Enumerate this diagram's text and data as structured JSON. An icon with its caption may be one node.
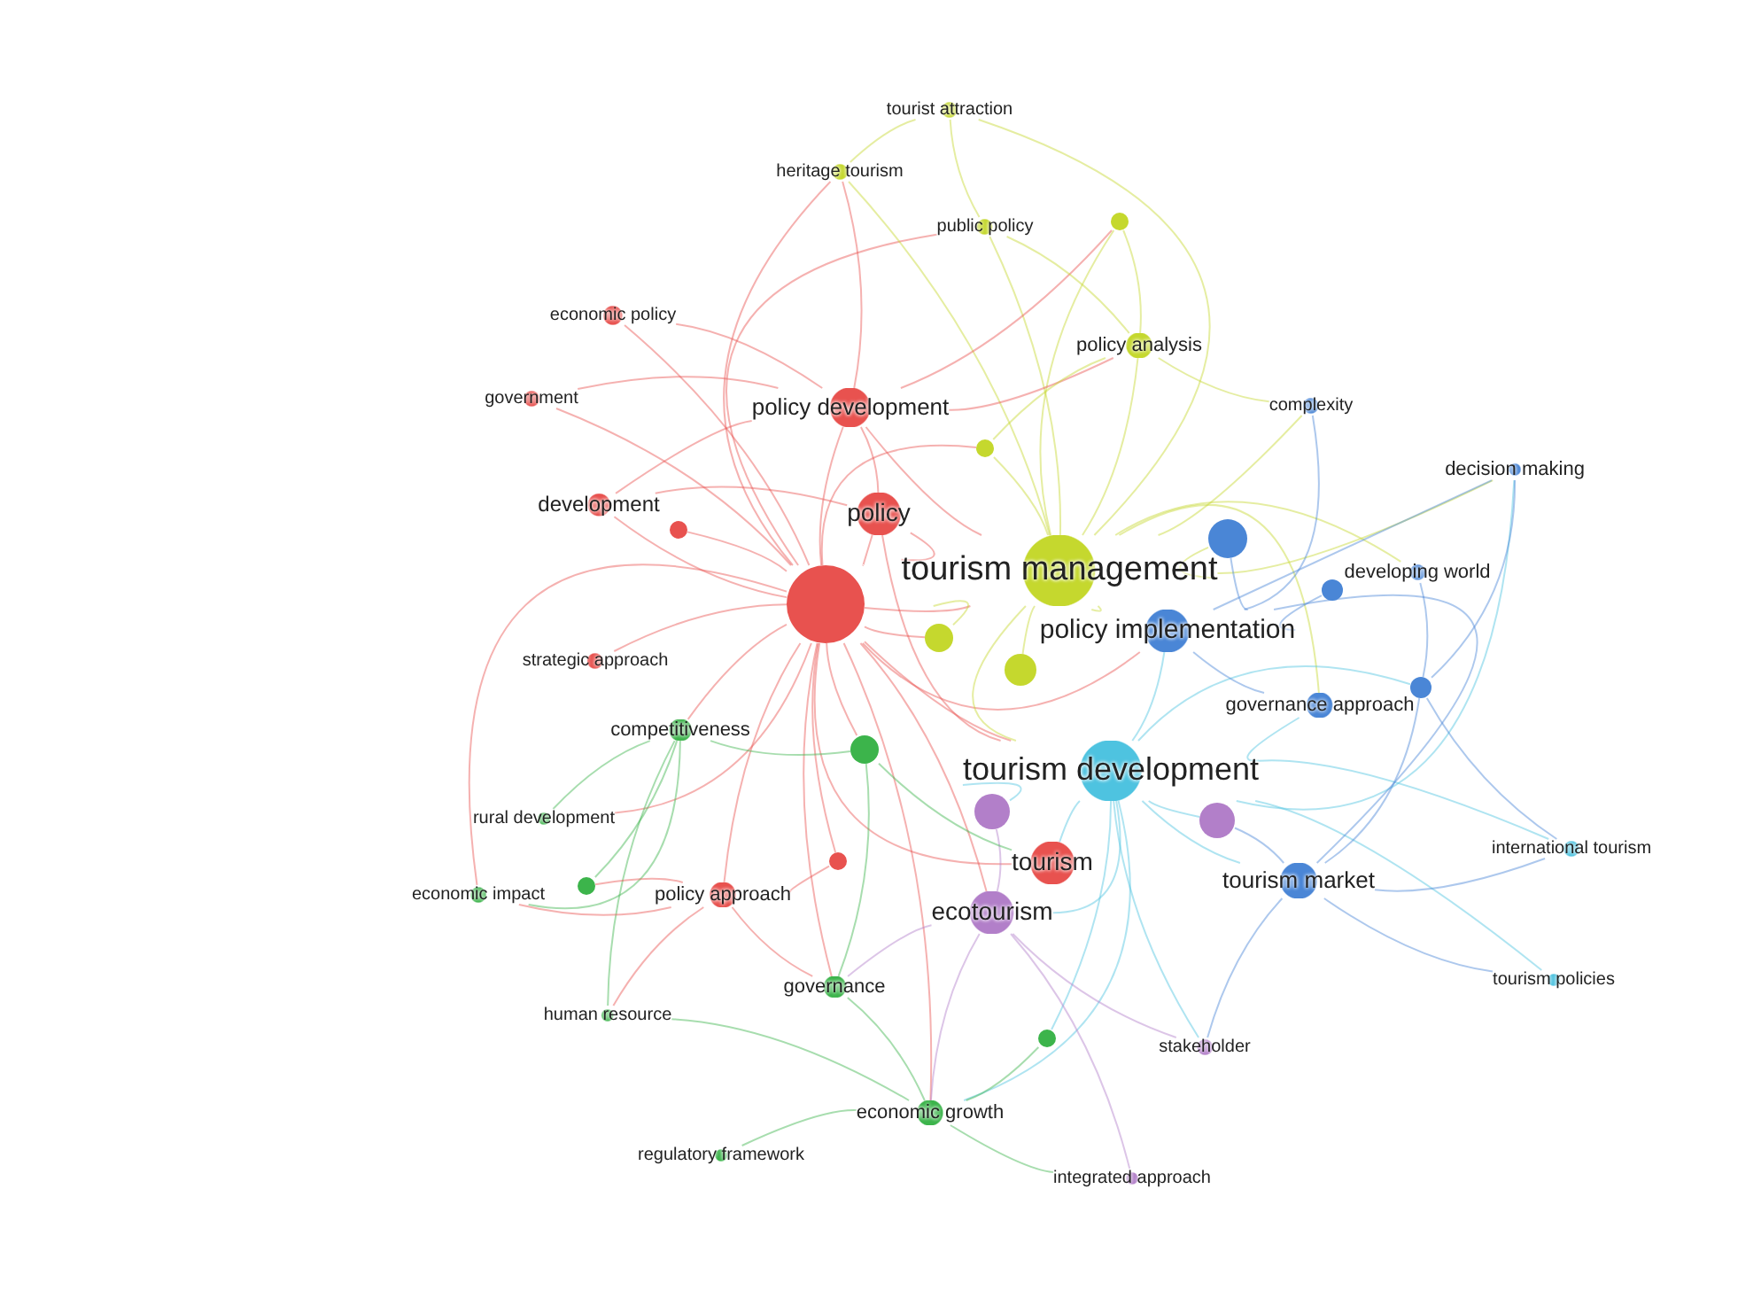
{
  "diagram": {
    "nodes": [
      {
        "text": [
          "tourist attraction"
        ]
      },
      {
        "text": [
          "heritage tourism"
        ]
      },
      {
        "text": [
          "public policy"
        ]
      },
      {
        "text": [],
        "shape": "circle"
      },
      {
        "text": [
          "economic policy"
        ]
      },
      {
        "text": [
          "policy analysis"
        ]
      },
      {
        "text": [
          "government"
        ]
      },
      {
        "text": [
          "policy development"
        ]
      },
      {
        "text": [
          "complexity"
        ]
      },
      {
        "text": [],
        "shape": "circle"
      },
      {
        "text": [
          "decision making"
        ]
      },
      {
        "text": [
          "development"
        ]
      },
      {
        "text": [
          "policy"
        ]
      },
      {
        "text": [],
        "shape": "circle"
      },
      {
        "text": [],
        "shape": "circle"
      },
      {
        "text": [
          "tourism management"
        ]
      },
      {
        "text": [],
        "shape": "circle"
      },
      {
        "text": [
          "developing world"
        ]
      },
      {
        "text": [],
        "shape": "circle"
      },
      {
        "text": [
          "policy implementation"
        ]
      },
      {
        "text": [],
        "shape": "circle"
      },
      {
        "text": [],
        "shape": "circle"
      },
      {
        "text": [
          "strategic approach"
        ]
      },
      {
        "text": [],
        "shape": "circle"
      },
      {
        "text": [
          "governance approach"
        ]
      },
      {
        "text": [
          "competitiveness"
        ]
      },
      {
        "text": [],
        "shape": "circle"
      },
      {
        "text": [
          "tourism development"
        ]
      },
      {
        "text": [
          "rural development"
        ]
      },
      {
        "text": [],
        "shape": "circle"
      },
      {
        "text": [],
        "shape": "circle"
      },
      {
        "text": [
          "international tourism"
        ]
      },
      {
        "text": [
          "tourism"
        ]
      },
      {
        "text": [],
        "shape": "circle"
      },
      {
        "text": [
          "tourism market"
        ]
      },
      {
        "text": [
          "economic impact"
        ]
      },
      {
        "text": [],
        "shape": "circle"
      },
      {
        "text": [
          "policy approach"
        ]
      },
      {
        "text": [
          "ecotourism"
        ]
      },
      {
        "text": [
          "tourism policies"
        ]
      },
      {
        "text": [
          "governance"
        ]
      },
      {
        "text": [
          "human resource"
        ]
      },
      {
        "text": [],
        "shape": "circle"
      },
      {
        "text": [
          "stakeholder"
        ]
      },
      {
        "text": [
          "economic growth"
        ]
      },
      {
        "text": [
          "regulatory framework"
        ]
      },
      {
        "text": [
          "integrated approach"
        ]
      }
    ],
    "edges": [
      {
        "from": 16,
        "to": 7,
        "arrow": "none",
        "color": "#e8524f"
      },
      {
        "from": 16,
        "to": 12,
        "arrow": "none",
        "color": "#e8524f"
      },
      {
        "from": 16,
        "to": 11,
        "arrow": "none",
        "color": "#e8524f"
      },
      {
        "from": 16,
        "to": 4,
        "arrow": "none",
        "color": "#e8524f"
      },
      {
        "from": 16,
        "to": 6,
        "arrow": "none",
        "color": "#e8524f"
      },
      {
        "from": 16,
        "to": 13,
        "arrow": "none",
        "color": "#e8524f"
      },
      {
        "from": 16,
        "to": 22,
        "arrow": "none",
        "color": "#e8524f"
      },
      {
        "from": 16,
        "to": 25,
        "arrow": "none",
        "color": "#e8524f"
      },
      {
        "from": 16,
        "to": 26,
        "arrow": "none",
        "color": "#e8524f"
      },
      {
        "from": 16,
        "to": 32,
        "arrow": "none",
        "color": "#e8524f"
      },
      {
        "from": 16,
        "to": 33,
        "arrow": "none",
        "color": "#e8524f"
      },
      {
        "from": 16,
        "to": 37,
        "arrow": "none",
        "color": "#e8524f"
      },
      {
        "from": 16,
        "to": 15,
        "arrow": "none",
        "color": "#e8524f"
      },
      {
        "from": 16,
        "to": 19,
        "arrow": "none",
        "color": "#e8524f"
      },
      {
        "from": 16,
        "to": 27,
        "arrow": "none",
        "color": "#e8524f"
      },
      {
        "from": 16,
        "to": 38,
        "arrow": "none",
        "color": "#e8524f"
      },
      {
        "from": 16,
        "to": 40,
        "arrow": "none",
        "color": "#e8524f"
      },
      {
        "from": 16,
        "to": 35,
        "arrow": "none",
        "color": "#e8524f"
      },
      {
        "from": 16,
        "to": 44,
        "arrow": "none",
        "color": "#e8524f"
      },
      {
        "from": 16,
        "to": 2,
        "arrow": "none",
        "color": "#e8524f"
      },
      {
        "from": 16,
        "to": 1,
        "arrow": "none",
        "color": "#e8524f"
      },
      {
        "from": 16,
        "to": 9,
        "arrow": "none",
        "color": "#e8524f"
      },
      {
        "from": 16,
        "to": 20,
        "arrow": "none",
        "color": "#e8524f"
      },
      {
        "from": 16,
        "to": 28,
        "arrow": "none",
        "color": "#e8524f"
      },
      {
        "from": 15,
        "to": 5,
        "arrow": "none",
        "color": "#c5d82e"
      },
      {
        "from": 15,
        "to": 2,
        "arrow": "none",
        "color": "#c5d82e"
      },
      {
        "from": 15,
        "to": 3,
        "arrow": "none",
        "color": "#c5d82e"
      },
      {
        "from": 15,
        "to": 0,
        "arrow": "none",
        "color": "#c5d82e"
      },
      {
        "from": 15,
        "to": 1,
        "arrow": "none",
        "color": "#c5d82e"
      },
      {
        "from": 15,
        "to": 9,
        "arrow": "none",
        "color": "#c5d82e"
      },
      {
        "from": 15,
        "to": 14,
        "arrow": "none",
        "color": "#c5d82e"
      },
      {
        "from": 15,
        "to": 19,
        "arrow": "none",
        "color": "#c5d82e"
      },
      {
        "from": 15,
        "to": 27,
        "arrow": "none",
        "color": "#c5d82e"
      },
      {
        "from": 15,
        "to": 17,
        "arrow": "none",
        "color": "#c5d82e"
      },
      {
        "from": 15,
        "to": 8,
        "arrow": "none",
        "color": "#c5d82e"
      },
      {
        "from": 15,
        "to": 10,
        "arrow": "none",
        "color": "#c5d82e"
      },
      {
        "from": 15,
        "to": 24,
        "arrow": "none",
        "color": "#c5d82e"
      },
      {
        "from": 15,
        "to": 20,
        "arrow": "none",
        "color": "#c5d82e"
      },
      {
        "from": 15,
        "to": 21,
        "arrow": "none",
        "color": "#c5d82e"
      },
      {
        "from": 12,
        "to": 7,
        "arrow": "none",
        "color": "#e8524f"
      },
      {
        "from": 12,
        "to": 11,
        "arrow": "none",
        "color": "#e8524f"
      },
      {
        "from": 12,
        "to": 15,
        "arrow": "none",
        "color": "#e8524f"
      },
      {
        "from": 12,
        "to": 27,
        "arrow": "none",
        "color": "#e8524f"
      },
      {
        "from": 7,
        "to": 4,
        "arrow": "none",
        "color": "#e8524f"
      },
      {
        "from": 7,
        "to": 6,
        "arrow": "none",
        "color": "#e8524f"
      },
      {
        "from": 7,
        "to": 11,
        "arrow": "none",
        "color": "#e8524f"
      },
      {
        "from": 7,
        "to": 1,
        "arrow": "none",
        "color": "#e8524f"
      },
      {
        "from": 7,
        "to": 3,
        "arrow": "none",
        "color": "#e8524f"
      },
      {
        "from": 7,
        "to": 5,
        "arrow": "none",
        "color": "#e8524f"
      },
      {
        "from": 7,
        "to": 15,
        "arrow": "none",
        "color": "#e8524f"
      },
      {
        "from": 27,
        "to": 19,
        "arrow": "none",
        "color": "#4ec3e0"
      },
      {
        "from": 27,
        "to": 24,
        "arrow": "none",
        "color": "#4ec3e0"
      },
      {
        "from": 27,
        "to": 34,
        "arrow": "none",
        "color": "#4ec3e0"
      },
      {
        "from": 27,
        "to": 30,
        "arrow": "none",
        "color": "#4ec3e0"
      },
      {
        "from": 27,
        "to": 29,
        "arrow": "none",
        "color": "#4ec3e0"
      },
      {
        "from": 27,
        "to": 32,
        "arrow": "none",
        "color": "#4ec3e0"
      },
      {
        "from": 27,
        "to": 38,
        "arrow": "none",
        "color": "#4ec3e0"
      },
      {
        "from": 27,
        "to": 31,
        "arrow": "none",
        "color": "#4ec3e0"
      },
      {
        "from": 27,
        "to": 39,
        "arrow": "none",
        "color": "#4ec3e0"
      },
      {
        "from": 27,
        "to": 10,
        "arrow": "none",
        "color": "#4ec3e0"
      },
      {
        "from": 27,
        "to": 23,
        "arrow": "none",
        "color": "#4ec3e0"
      },
      {
        "from": 27,
        "to": 43,
        "arrow": "none",
        "color": "#4ec3e0"
      },
      {
        "from": 27,
        "to": 44,
        "arrow": "none",
        "color": "#4ec3e0"
      },
      {
        "from": 27,
        "to": 42,
        "arrow": "none",
        "color": "#4ec3e0"
      },
      {
        "from": 19,
        "to": 14,
        "arrow": "none",
        "color": "#4a86d6"
      },
      {
        "from": 19,
        "to": 18,
        "arrow": "none",
        "color": "#4a86d6"
      },
      {
        "from": 19,
        "to": 8,
        "arrow": "none",
        "color": "#4a86d6"
      },
      {
        "from": 19,
        "to": 10,
        "arrow": "none",
        "color": "#4a86d6"
      },
      {
        "from": 19,
        "to": 24,
        "arrow": "none",
        "color": "#4a86d6"
      },
      {
        "from": 19,
        "to": 34,
        "arrow": "none",
        "color": "#4a86d6"
      },
      {
        "from": 34,
        "to": 31,
        "arrow": "none",
        "color": "#4a86d6"
      },
      {
        "from": 34,
        "to": 39,
        "arrow": "none",
        "color": "#4a86d6"
      },
      {
        "from": 34,
        "to": 23,
        "arrow": "none",
        "color": "#4a86d6"
      },
      {
        "from": 34,
        "to": 30,
        "arrow": "none",
        "color": "#4a86d6"
      },
      {
        "from": 34,
        "to": 43,
        "arrow": "none",
        "color": "#4a86d6"
      },
      {
        "from": 38,
        "to": 29,
        "arrow": "none",
        "color": "#b27fc9"
      },
      {
        "from": 38,
        "to": 43,
        "arrow": "none",
        "color": "#b27fc9"
      },
      {
        "from": 38,
        "to": 46,
        "arrow": "none",
        "color": "#b27fc9"
      },
      {
        "from": 38,
        "to": 44,
        "arrow": "none",
        "color": "#b27fc9"
      },
      {
        "from": 38,
        "to": 40,
        "arrow": "none",
        "color": "#b27fc9"
      },
      {
        "from": 25,
        "to": 28,
        "arrow": "none",
        "color": "#3cb44b"
      },
      {
        "from": 25,
        "to": 35,
        "arrow": "none",
        "color": "#3cb44b"
      },
      {
        "from": 25,
        "to": 36,
        "arrow": "none",
        "color": "#3cb44b"
      },
      {
        "from": 25,
        "to": 41,
        "arrow": "none",
        "color": "#3cb44b"
      },
      {
        "from": 25,
        "to": 26,
        "arrow": "none",
        "color": "#3cb44b"
      },
      {
        "from": 44,
        "to": 45,
        "arrow": "none",
        "color": "#3cb44b"
      },
      {
        "from": 44,
        "to": 41,
        "arrow": "none",
        "color": "#3cb44b"
      },
      {
        "from": 44,
        "to": 40,
        "arrow": "none",
        "color": "#3cb44b"
      },
      {
        "from": 44,
        "to": 42,
        "arrow": "none",
        "color": "#3cb44b"
      },
      {
        "from": 44,
        "to": 46,
        "arrow": "none",
        "color": "#3cb44b"
      },
      {
        "from": 37,
        "to": 35,
        "arrow": "none",
        "color": "#e8524f"
      },
      {
        "from": 37,
        "to": 36,
        "arrow": "none",
        "color": "#e8524f"
      },
      {
        "from": 37,
        "to": 41,
        "arrow": "none",
        "color": "#e8524f"
      },
      {
        "from": 37,
        "to": 40,
        "arrow": "none",
        "color": "#e8524f"
      },
      {
        "from": 37,
        "to": 33,
        "arrow": "none",
        "color": "#e8524f"
      },
      {
        "from": 5,
        "to": 3,
        "arrow": "none",
        "color": "#c5d82e"
      },
      {
        "from": 5,
        "to": 8,
        "arrow": "none",
        "color": "#c5d82e"
      },
      {
        "from": 5,
        "to": 2,
        "arrow": "none",
        "color": "#c5d82e"
      },
      {
        "from": 5,
        "to": 9,
        "arrow": "none",
        "color": "#c5d82e"
      },
      {
        "from": 0,
        "to": 1,
        "arrow": "none",
        "color": "#c5d82e"
      },
      {
        "from": 0,
        "to": 2,
        "arrow": "none",
        "color": "#c5d82e"
      },
      {
        "from": 26,
        "to": 40,
        "arrow": "none",
        "color": "#3cb44b"
      },
      {
        "from": 26,
        "to": 32,
        "arrow": "none",
        "color": "#3cb44b"
      },
      {
        "from": 23,
        "to": 17,
        "arrow": "none",
        "color": "#4a86d6"
      },
      {
        "from": 23,
        "to": 10,
        "arrow": "none",
        "color": "#4a86d6"
      },
      {
        "from": 23,
        "to": 31,
        "arrow": "none",
        "color": "#4a86d6"
      }
    ]
  }
}
